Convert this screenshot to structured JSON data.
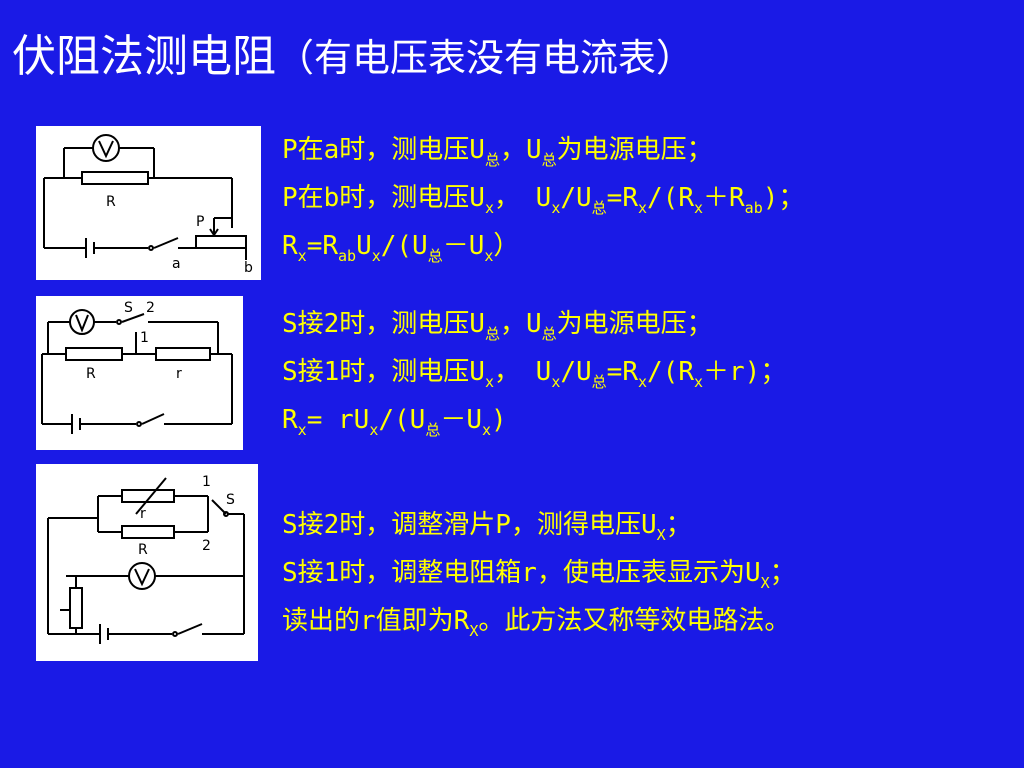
{
  "title": {
    "main": "伏阻法测电阻",
    "paren": "（有电压表没有电流表）"
  },
  "diagram1": {
    "labels": {
      "R": "R",
      "P": "P",
      "a": "a",
      "b": "b"
    }
  },
  "diagram2": {
    "labels": {
      "S": "S",
      "two": "2",
      "one": "1",
      "R": "R",
      "r": "r"
    }
  },
  "diagram3": {
    "labels": {
      "one": "1",
      "S": "S",
      "two": "2",
      "r": "r",
      "R": "R"
    }
  },
  "block1": {
    "l1_a": "P在a时，测电压U",
    "l1_s1": "总",
    "l1_b": "，U",
    "l1_s2": "总",
    "l1_c": "为电源电压；",
    "l2_a": "P在b时，测电压U",
    "l2_s1": "x",
    "l2_b": "， U",
    "l2_s2": "x",
    "l2_c": "/U",
    "l2_s3": "总",
    "l2_d": "=R",
    "l2_s4": "x",
    "l2_e": "/(R",
    "l2_s5": "x",
    "l2_f": "＋R",
    "l2_s6": "ab",
    "l2_g": ")；",
    "l3_a": "R",
    "l3_s1": "x",
    "l3_b": "=R",
    "l3_s2": "ab",
    "l3_c": "U",
    "l3_s3": "x",
    "l3_d": "/(U",
    "l3_s4": "总",
    "l3_e": "－U",
    "l3_s5": "x",
    "l3_f": "）"
  },
  "block2": {
    "l1_a": "S接2时，测电压U",
    "l1_s1": "总",
    "l1_b": "，U",
    "l1_s2": "总",
    "l1_c": "为电源电压；",
    "l2_a": "S接1时，测电压U",
    "l2_s1": "x",
    "l2_b": "，  U",
    "l2_s2": "x",
    "l2_c": "/U",
    "l2_s3": "总",
    "l2_d": "=R",
    "l2_s4": "x",
    "l2_e": "/(R",
    "l2_s5": "x",
    "l2_f": "＋r)；",
    "l3_a": "R",
    "l3_s1": "x",
    "l3_b": "= rU",
    "l3_s2": "x",
    "l3_c": "/(U",
    "l3_s3": "总",
    "l3_d": "－U",
    "l3_s4": "x",
    "l3_e": ")"
  },
  "block3": {
    "l1_a": "S接2时，调整滑片P，测得电压U",
    "l1_s1": "X",
    "l1_b": "；",
    "l2_a": "S接1时，调整电阻箱r，使电压表显示为U",
    "l2_s1": "X",
    "l2_b": "；",
    "l3_a": "读出的r值即为R",
    "l3_s1": "X",
    "l3_b": "。此方法又称等效电路法。"
  }
}
